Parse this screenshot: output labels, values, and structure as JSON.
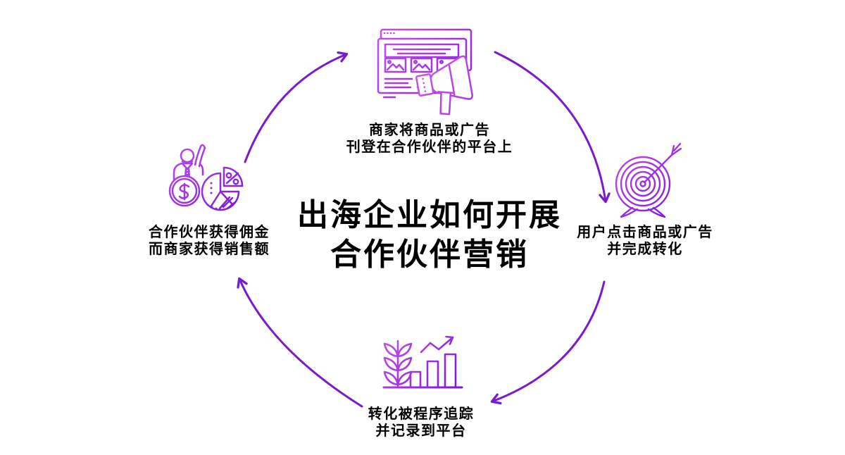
{
  "title": {
    "line1": "出海企业如何开展",
    "line2": "合作伙伴营销"
  },
  "steps": [
    {
      "name": "publish",
      "position": "top",
      "icon": "browser-ad-megaphone-icon",
      "label_line1": "商家将商品或广告",
      "label_line2": "刊登在合作伙伴的平台上"
    },
    {
      "name": "convert",
      "position": "right",
      "icon": "target-dart-icon",
      "label_line1": "用户点击商品或广告",
      "label_line2": "并完成转化"
    },
    {
      "name": "track",
      "position": "bottom",
      "icon": "growth-bars-icon",
      "label_line1": "转化被程序追踪",
      "label_line2": "并记录到平台"
    },
    {
      "name": "commission",
      "position": "left",
      "icon": "partner-commission-pie-icon",
      "label_line1": "合作伙伴获得佣金",
      "label_line2": "而商家获得销售额"
    }
  ],
  "flow": {
    "direction": "clockwise"
  },
  "colors": {
    "background": "#ffffff",
    "text": "#000000",
    "arrow": "#7a1bc9",
    "icon_gradient_start": "#c654ea",
    "icon_gradient_end": "#7812d8"
  }
}
